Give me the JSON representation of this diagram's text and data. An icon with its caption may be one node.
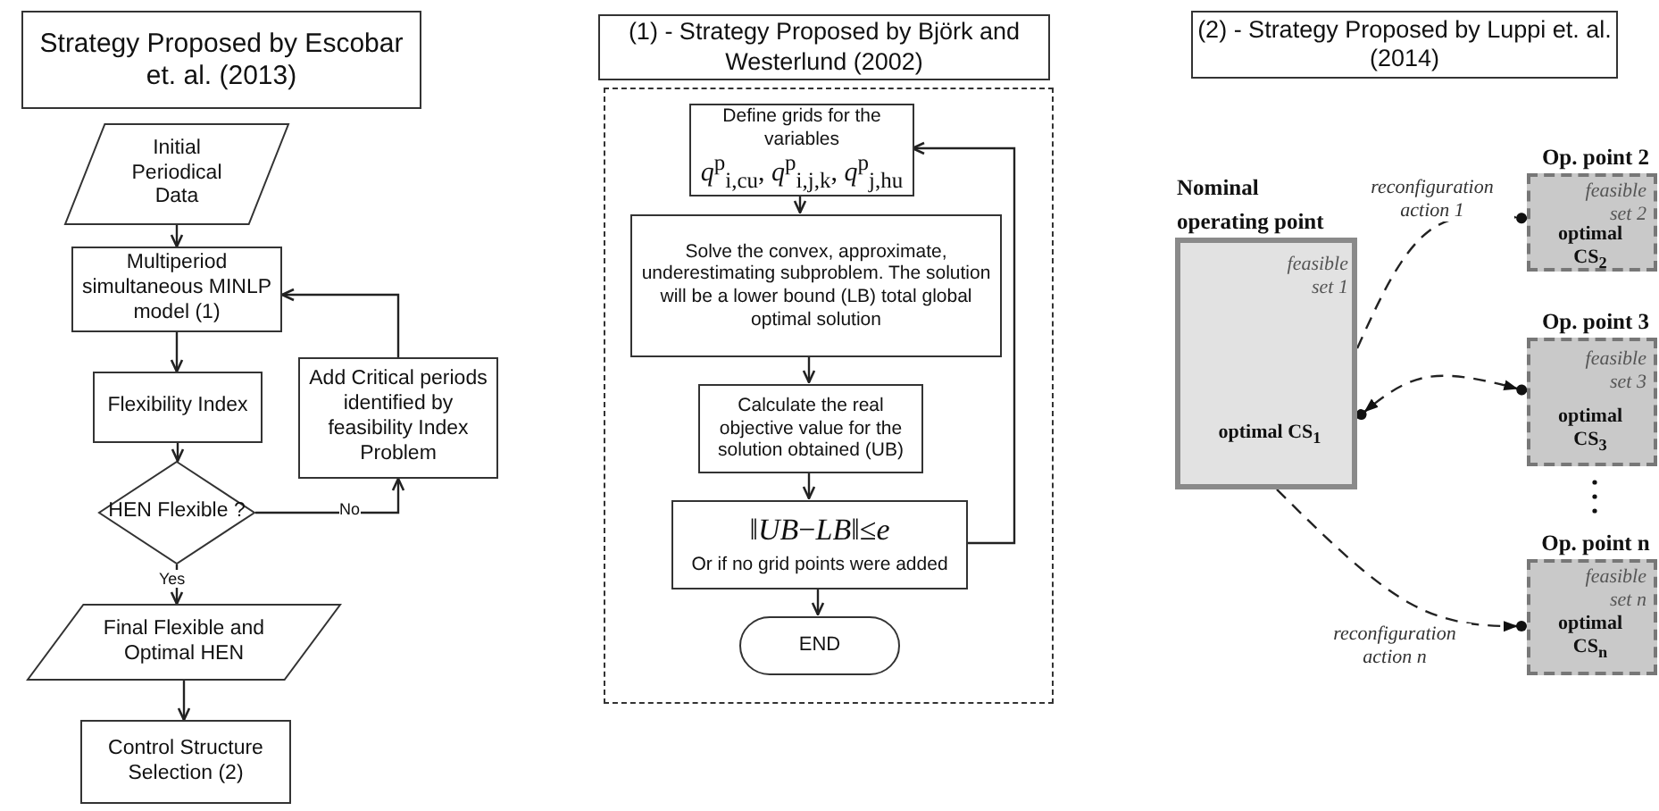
{
  "diagram": {
    "nodes": [
      {
        "text": [
          "Strategy Proposed by Escobar et. al. (2013)"
        ]
      },
      {
        "text": [
          "Initial Periodical Data"
        ]
      },
      {
        "text": [
          "Multiperiod simultaneous MINLP model (1)"
        ]
      },
      {
        "text": [
          "Flexibility Index"
        ]
      },
      {
        "text": [
          "HEN Flexible ?"
        ]
      },
      {
        "text": [
          "Add Critical periods identified by feasibility Index Problem"
        ]
      },
      {
        "text": [
          "Final Flexible and Optimal HEN"
        ]
      },
      {
        "text": [
          "Control Structure Selection (2)"
        ]
      },
      {
        "text": [
          "(1) - Strategy Proposed by Björk and Westerlund (2002)"
        ]
      },
      {
        "text": [],
        "shape": "box"
      },
      {
        "text": [
          "Define grids for the variables",
          "*q*$^{p}$$_{i,cu}$, *q*$^{p}$$_{i,j,k}$, *q*$^{p}$$_{j,hu}$"
        ],
        "in": 9
      },
      {
        "text": [
          "Solve the convex, approximate, underestimating subproblem. The solution will be a lower bound (LB) total global optimal solution"
        ],
        "in": 9
      },
      {
        "text": [
          "Calculate the real objective value for the solution obtained (UB)"
        ],
        "in": 9
      },
      {
        "text": [
          "‖*UB*−*LB*‖≤*e*",
          "Or if no grid points were added"
        ],
        "in": 9
      },
      {
        "text": [
          "END"
        ],
        "in": 9
      },
      {
        "text": [
          "(2) - Strategy Proposed by Luppi et. al. (2014)"
        ]
      },
      {
        "text": [
          "Nominal operating point",
          "feasible set 1",
          "optimal CS$_{1}$"
        ]
      },
      {
        "text": [
          "Op. point 2",
          "feasible set 2",
          "optimal CS$_{2}$"
        ]
      },
      {
        "text": [
          "Op. point 3",
          "feasible set 3",
          "optimal CS$_{3}$"
        ]
      },
      {
        "text": [
          "Op. point n",
          "feasible set n",
          "optimal CS$_{n}$"
        ]
      }
    ],
    "edges": [
      {
        "from": 1,
        "to": 2,
        "arrow": "to"
      },
      {
        "from": 2,
        "to": 3,
        "arrow": "to"
      },
      {
        "from": 3,
        "to": 4,
        "arrow": "to"
      },
      {
        "from": 4,
        "to": 5,
        "arrow": "to",
        "label": "No"
      },
      {
        "from": 5,
        "to": 2,
        "arrow": "to"
      },
      {
        "from": 4,
        "to": 6,
        "arrow": "to",
        "label": "Yes"
      },
      {
        "from": 6,
        "to": 7,
        "arrow": "to"
      },
      {
        "from": 10,
        "to": 11,
        "arrow": "to"
      },
      {
        "from": 11,
        "to": 12,
        "arrow": "to"
      },
      {
        "from": 12,
        "to": 13,
        "arrow": "to"
      },
      {
        "from": 13,
        "to": 14,
        "arrow": "to"
      },
      {
        "from": 13,
        "to": 10,
        "arrow": "to"
      },
      {
        "from": 16,
        "to": 17,
        "arrow": "to",
        "style": "dashed",
        "label": "reconfiguration action 1"
      },
      {
        "from": 16,
        "to": 18,
        "arrow": "both",
        "style": "dashed"
      },
      {
        "from": 16,
        "to": 19,
        "arrow": "to",
        "style": "dashed",
        "label": "reconfiguration action n"
      }
    ]
  }
}
